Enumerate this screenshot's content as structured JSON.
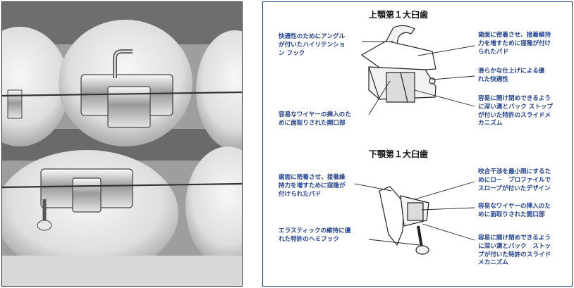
{
  "upper": {
    "title": "上顎第１大臼歯",
    "labels": {
      "hook": "快適性のためにアングル\nが付いたハイリテンショ\nン フック",
      "pad": "歯面に密着させ、接着維持\n力を増すために窪隆が付け\nられたパド",
      "finish": "滑らかな仕上げによる優\nれた快適性",
      "slide": "容易に開け閉めできるよう\nに深い溝とバック ストップ\nが付いた特許のスライドメ\nカニズム",
      "chamfer": "容易なワイヤーの挿入のた\nめに面取りされた開口部"
    }
  },
  "lower": {
    "title": "下顎第１大臼歯",
    "labels": {
      "pad": "歯面に密着させ、接着維\n持力を増すために窪隆が\n付けられたパド",
      "profile": "咬合干渉を最小限にするた\nめにロー　プロファイルで\nスロープが付いたデザイン",
      "chamfer": "容易なワイヤーの挿入のた\nめに面取りされた開口部",
      "hemi": "エラスティックの維持に優\nれた特許のヘミフック",
      "slide": "容易に開け閉めできるよう\nに深い溝とバック　ストッ\nプが付いた特許のスライド\nメカニズム"
    }
  },
  "colors": {
    "accent": "#1f3f8f",
    "frame": "#1f3f8f"
  }
}
